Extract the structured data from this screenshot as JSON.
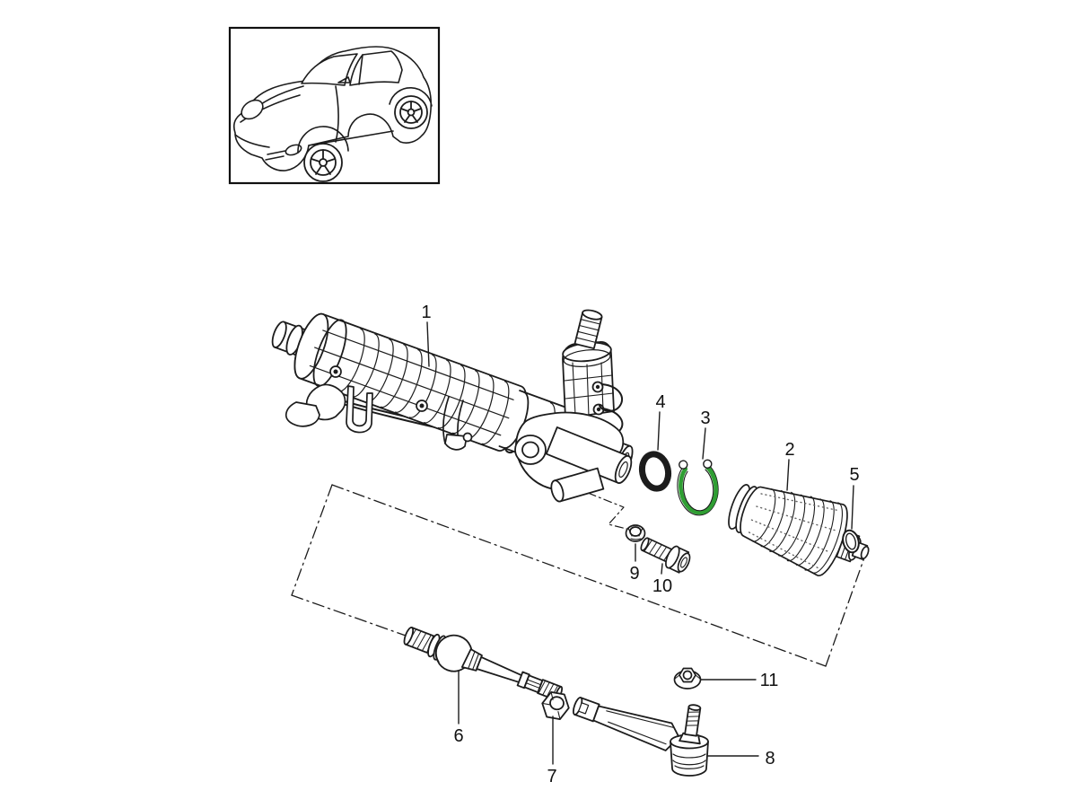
{
  "diagram": {
    "title_parts_visible": true,
    "parts": [
      {
        "label": "1"
      },
      {
        "label": "2"
      },
      {
        "label": "3"
      },
      {
        "label": "4"
      },
      {
        "label": "5"
      },
      {
        "label": "6"
      },
      {
        "label": "7"
      },
      {
        "label": "8"
      },
      {
        "label": "9"
      },
      {
        "label": "10"
      },
      {
        "label": "11"
      }
    ],
    "colors": {
      "line": "#1c1c1c",
      "highlight_green": "#2f9e33",
      "background": "#ffffff"
    }
  }
}
